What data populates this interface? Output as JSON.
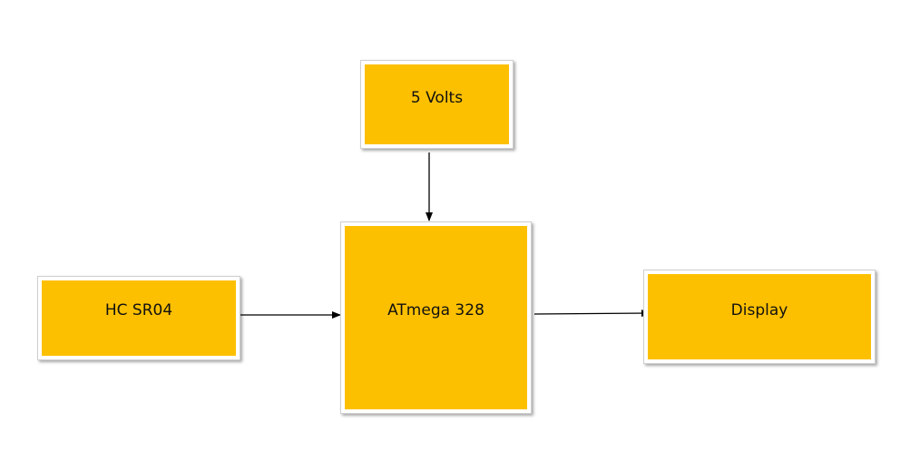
{
  "colors": {
    "block_fill": "#fdc000",
    "arrow": "#000000"
  },
  "blocks": {
    "power": {
      "label": "5 Volts"
    },
    "sensor": {
      "label": "HC SR04"
    },
    "mcu": {
      "label": "ATmega 328"
    },
    "display": {
      "label": "Display"
    }
  },
  "connections": [
    {
      "from": "power",
      "to": "mcu"
    },
    {
      "from": "sensor",
      "to": "mcu"
    },
    {
      "from": "mcu",
      "to": "display"
    }
  ]
}
